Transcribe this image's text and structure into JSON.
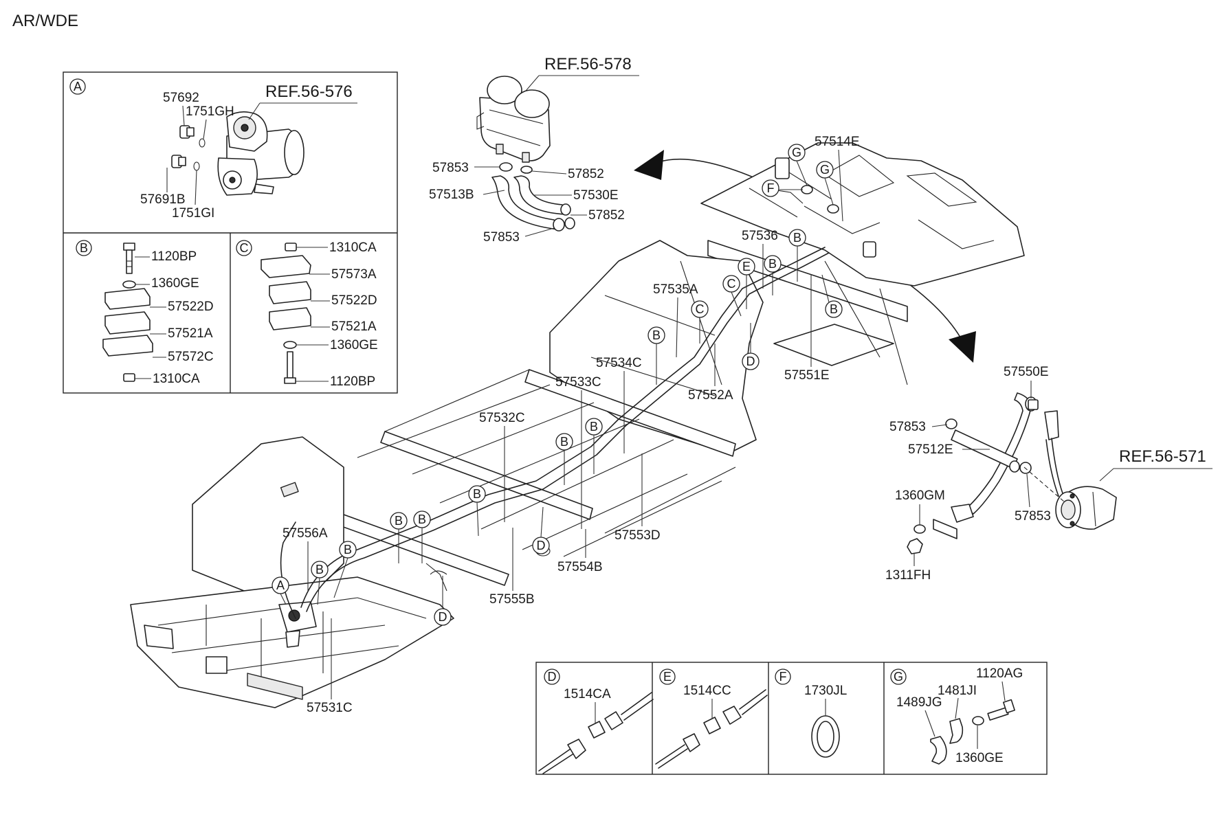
{
  "header": {
    "code": "AR/WDE"
  },
  "refs": {
    "steering_gear": "REF.56-576",
    "reservoir": "REF.56-578",
    "pump": "REF.56-571"
  },
  "boxes": {
    "A": {
      "letter": "A",
      "parts": [
        "57692",
        "1751GH",
        "57691B",
        "1751GI"
      ]
    },
    "B": {
      "letter": "B",
      "parts": [
        "1120BP",
        "1360GE",
        "57522D",
        "57521A",
        "57572C",
        "1310CA"
      ]
    },
    "C": {
      "letter": "C",
      "parts": [
        "1310CA",
        "57573A",
        "57522D",
        "57521A",
        "1360GE",
        "1120BP"
      ]
    },
    "D": {
      "letter": "D",
      "parts": [
        "1514CA"
      ]
    },
    "E": {
      "letter": "E",
      "parts": [
        "1514CC"
      ]
    },
    "F": {
      "letter": "F",
      "parts": [
        "1730JL"
      ]
    },
    "G": {
      "letter": "G",
      "parts": [
        "1120AG",
        "1481JI",
        "1489JG",
        "1360GE"
      ]
    }
  },
  "reservoir_parts": [
    "57853",
    "57852",
    "57513B",
    "57530E",
    "57852",
    "57853"
  ],
  "pump_parts": [
    "57550E",
    "57853",
    "57512E",
    "1360GM",
    "57853",
    "1311FH"
  ],
  "chassis_parts": [
    "57514E",
    "57536",
    "57535A",
    "57534C",
    "57533C",
    "57552A",
    "57551E",
    "57532C",
    "57553D",
    "57554B",
    "57555B",
    "57556A",
    "57531C"
  ],
  "callouts": {
    "a": "A",
    "b": "B",
    "c": "C",
    "d": "D",
    "e": "E",
    "f": "F",
    "g": "G"
  }
}
